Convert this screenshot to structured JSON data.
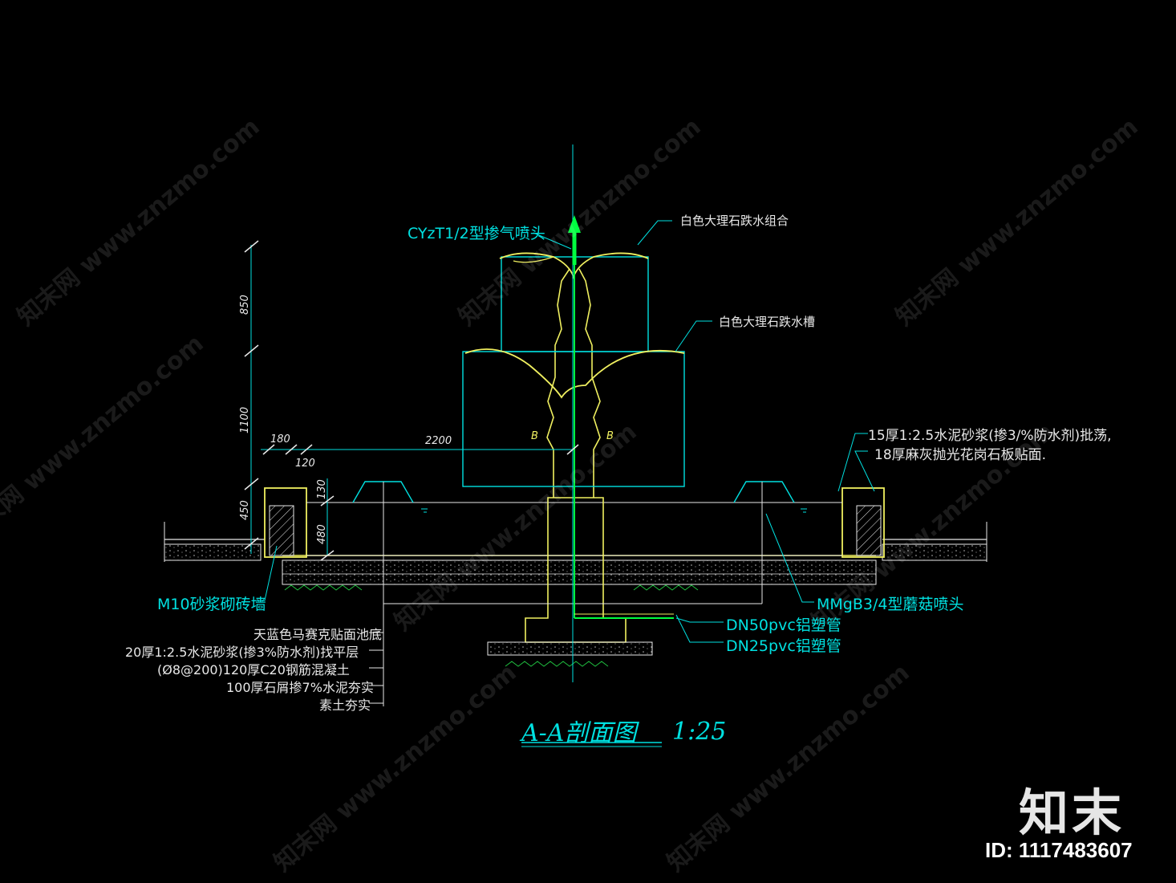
{
  "drawing": {
    "labels": {
      "nozzle_top": "CYzT1/2型掺气喷头",
      "marble_combo": "白色大理石跌水组合",
      "marble_trough": "白色大理石跌水槽",
      "plaster_note_1": "15厚1:2.5水泥砂浆(掺3/%防水剂)批荡,",
      "plaster_note_2": "18厚麻灰抛光花岗石板贴面.",
      "mushroom_nozzle": "MMgB3/4型蘑菇喷头",
      "pipe_dn50": "DN50pvc铝塑管",
      "pipe_dn25": "DN25pvc铝塑管",
      "wall": "M10砂浆砌砖墙",
      "layers": [
        "天蓝色马赛克贴面池底",
        "20厚1:2.5水泥砂浆(掺3%防水剂)找平层",
        "(Ø8@200)120厚C20钢筋混凝土",
        "100厚石屑掺7%水泥夯实",
        "素土夯实"
      ]
    },
    "dimensions": {
      "h850": "850",
      "h1100": "1100",
      "h450": "450",
      "w180": "180",
      "w120": "120",
      "w2200": "2200",
      "h130": "130",
      "h480": "480"
    },
    "section_marks": {
      "left": "B",
      "right": "B"
    },
    "title": "A-A剖面图",
    "scale": "1:25"
  },
  "branding": {
    "logo": "知末",
    "id": "ID: 1117483607",
    "watermark": "知末网 www.znzmo.com"
  },
  "colors": {
    "background": "#000000",
    "cyan": "#00e0e0",
    "yellow": "#f0f060",
    "green": "#00ff40",
    "white": "#e8e8e8"
  }
}
